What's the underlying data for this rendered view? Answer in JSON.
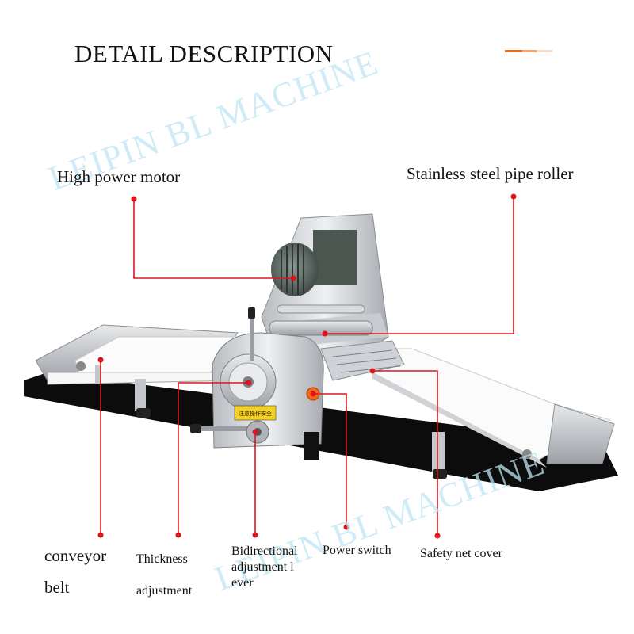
{
  "header": {
    "title": "DETAIL DESCRIPTION",
    "accent_colors": [
      "#f06a1c",
      "#f5a36a",
      "#fad9c2"
    ]
  },
  "watermark": {
    "text_top": "LEIPIN BL MACHINE",
    "text_bottom": "LEIPIN BL MACHINE",
    "color": "#bfe6f3"
  },
  "callouts": {
    "motor": "High power motor",
    "roller": "Stainless steel pipe roller",
    "conveyor_line1": "conveyor",
    "conveyor_line2": "belt",
    "thickness_line1": "Thickness",
    "thickness_line2": "adjustment",
    "lever": "Bidirectional adjustment l ever",
    "power": "Power switch",
    "safety": "Safety net cover",
    "line_color": "#e0141e"
  },
  "machine": {
    "warning_label": "注意操作安全"
  }
}
